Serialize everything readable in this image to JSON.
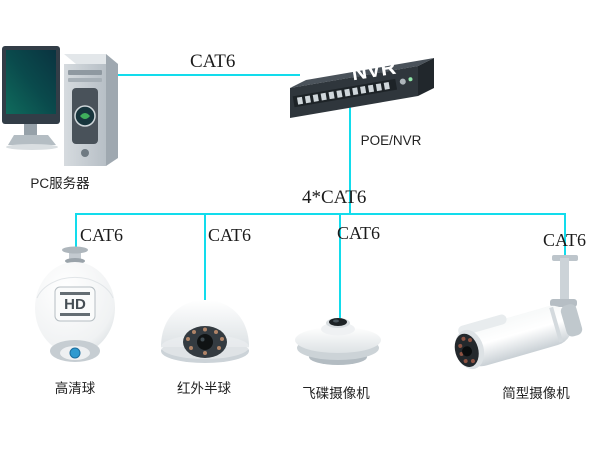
{
  "colors": {
    "cable": "#12dcec",
    "label_text": "#1b1b1b"
  },
  "pc": {
    "label": "PC服务器"
  },
  "nvr": {
    "name": "NVR",
    "label": "POE/NVR"
  },
  "links": {
    "pc_nvr": "CAT6",
    "trunk": "4*CAT6",
    "drops": [
      "CAT6",
      "CAT6",
      "CAT6",
      "CAT6"
    ]
  },
  "cameras": [
    {
      "label": "高清球",
      "badge": "HD"
    },
    {
      "label": "红外半球"
    },
    {
      "label": "飞碟摄像机"
    },
    {
      "label": "简型摄像机"
    }
  ]
}
